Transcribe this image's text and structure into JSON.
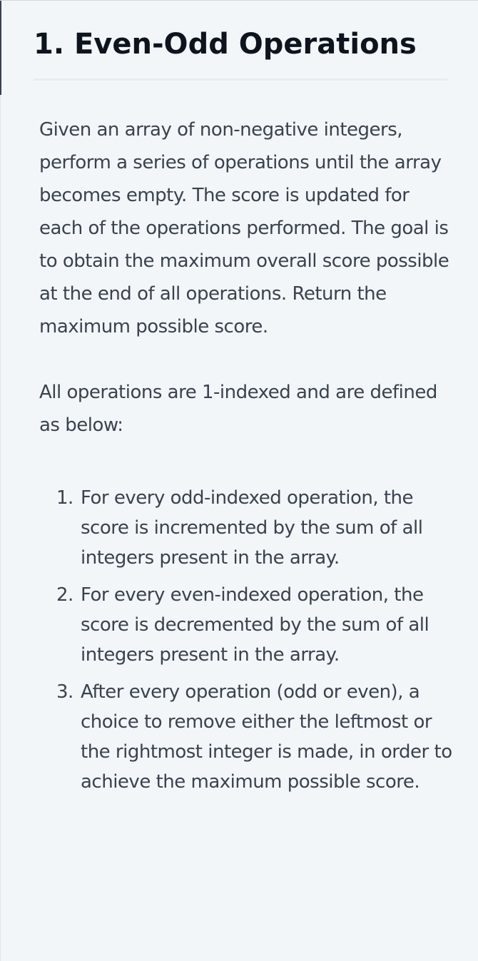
{
  "problem": {
    "title": "1. Even-Odd Operations",
    "description": [
      "Given an array of non-negative integers, perform a series of operations until the array becomes empty. The score is updated for each of the operations performed. The goal is to obtain the maximum overall score possible at the end of all operations. Return the maximum possible score.",
      "All operations are 1-indexed and are defined as below:"
    ],
    "operations": [
      {
        "num": "1.",
        "text": "For every odd-indexed operation, the score is incremented by the sum of all integers present in the array."
      },
      {
        "num": "2.",
        "text": "For every even-indexed operation, the score is decremented by the sum of all integers present in the array."
      },
      {
        "num": "3.",
        "text": "After every operation (odd or even), a choice to remove either the leftmost or the rightmost integer is made, in order to achieve the maximum possible score."
      }
    ]
  }
}
